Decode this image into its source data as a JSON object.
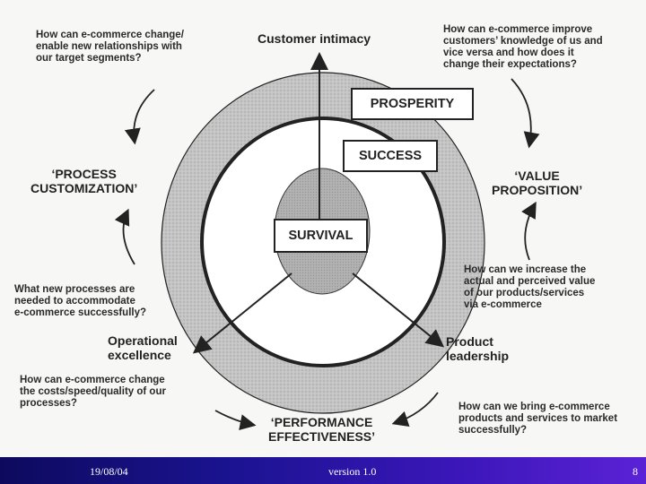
{
  "diagram": {
    "levels": {
      "prosperity": "PROSPERITY",
      "success": "SUCCESS",
      "survival": "SURVIVAL"
    },
    "disciplines": {
      "customer_intimacy": "Customer intimacy",
      "operational_excellence": "Operational\nexcellence",
      "product_leadership": "Product\nleadership"
    },
    "outcomes": {
      "process_customization": "‘PROCESS\nCUSTOMIZATION’",
      "value_proposition": "‘VALUE\nPROPOSITION’",
      "performance_effectiveness": "‘PERFORMANCE\nEFFECTIVENESS’"
    },
    "questions": {
      "top_left": "How can e-commerce change/\nenable new relationships with\nour target segments?",
      "top_right": "How can e-commerce improve\ncustomers’ knowledge of us and\nvice versa and how does it\nchange their expectations?",
      "mid_left": "What new processes are\nneeded to accommodate\ne-commerce successfully?",
      "mid_right": "How can we increase the\nactual and perceived value\nof our products/services\nvia e-commerce",
      "bottom_left": "How can e-commerce change\nthe costs/speed/quality of our\nprocesses?",
      "bottom_right": "How can we bring e-commerce\nproducts and services to market\nsuccessfully?"
    }
  },
  "footer": {
    "date": "19/08/04",
    "version": "version 1.0",
    "page": "8"
  },
  "colors": {
    "footer_start": "#0d0a5e",
    "footer_end": "#5b22d6",
    "ring": "#bdbdbd",
    "core": "#a9a9a9",
    "ink": "#222222"
  }
}
